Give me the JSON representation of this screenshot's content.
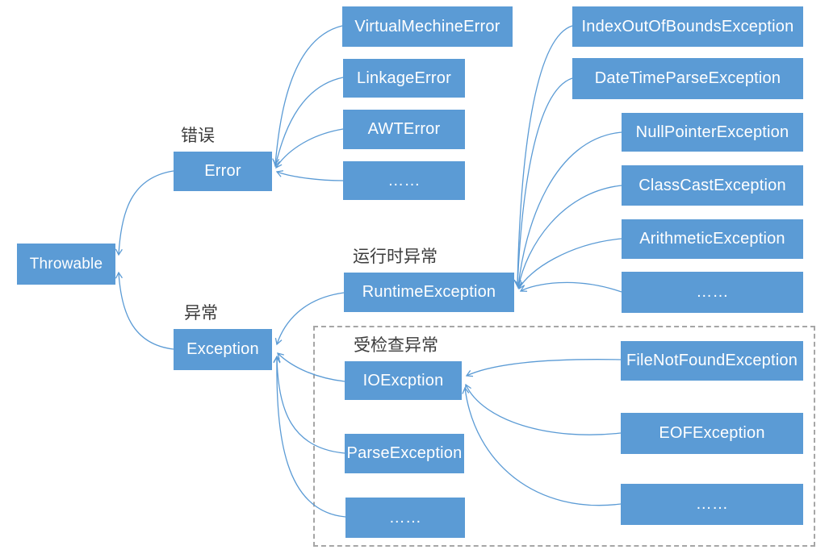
{
  "colors": {
    "node_fill": "#5B9BD5",
    "node_text": "#FFFFFF",
    "connector": "#5B9BD5",
    "annotation_text": "#3D3D3D",
    "dashed_border": "#A6A6A6",
    "background": "#FFFFFF"
  },
  "nodes": {
    "root": "Throwable",
    "error": "Error",
    "exception": "Exception",
    "runtime": "RuntimeException",
    "io": "IOExcption",
    "error_children": [
      "VirtualMechineError",
      "LinkageError",
      "AWTError",
      "……"
    ],
    "runtime_children": [
      "IndexOutOfBoundsException",
      "DateTimeParseException",
      "NullPointerException",
      "ClassCastException",
      "ArithmeticException",
      "……"
    ],
    "checked_other": [
      "ParseException",
      "……"
    ],
    "io_children": [
      "FileNotFoundException",
      "EOFException",
      "……"
    ]
  },
  "annotations": {
    "error": "错误",
    "exception": "异常",
    "runtime": "运行时异常",
    "checked": "受检查异常"
  }
}
